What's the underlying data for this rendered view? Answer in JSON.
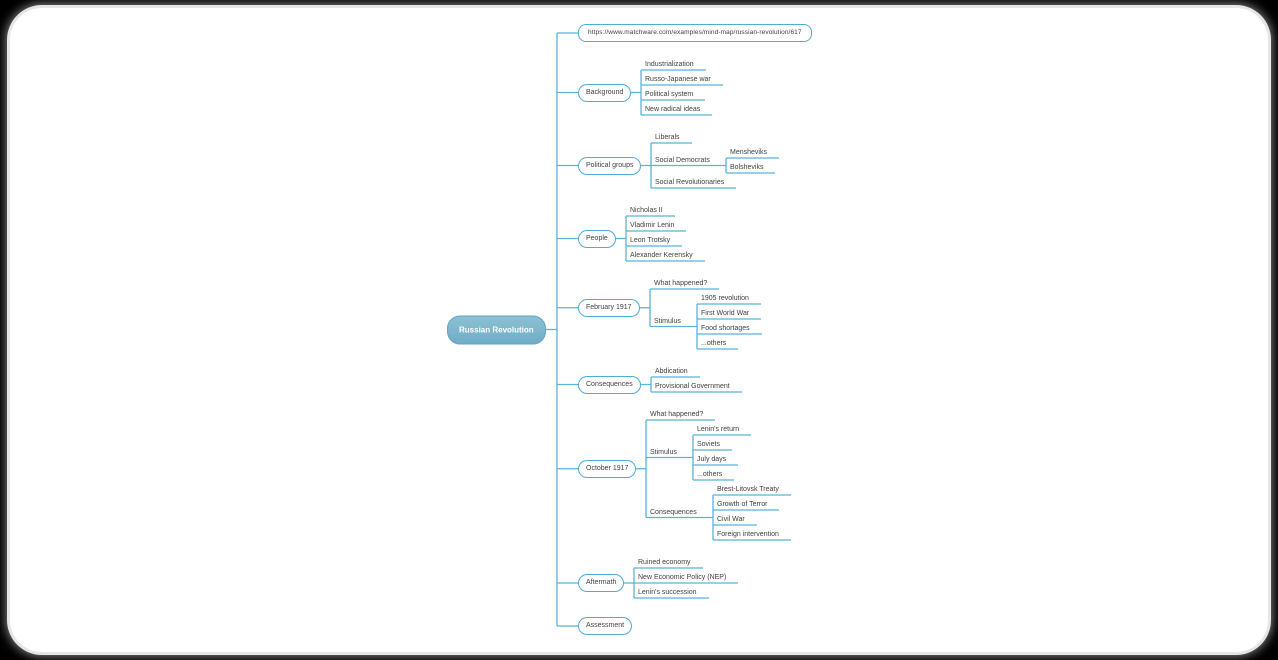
{
  "page": {
    "outer_background": "#000000",
    "canvas_background": "#ffffff"
  },
  "colors": {
    "connector": "#58b4d8",
    "node_border": "#4fadd2",
    "label_text": "#3f3f3f",
    "root_fill_top": "#8cc0d3",
    "root_fill_bottom": "#6fadc6",
    "root_border": "#62a5c0",
    "root_text": "#ffffff"
  },
  "mindmap": {
    "root": {
      "label": "Russian Revolution"
    },
    "topics": [
      {
        "label": "https://www.matchware.com/examples/mind-map/russian-revolution/617",
        "style": "url",
        "children": []
      },
      {
        "label": "Background",
        "children": [
          {
            "label": "Industrialization"
          },
          {
            "label": "Russo-Japanese war"
          },
          {
            "label": "Political system"
          },
          {
            "label": "New radical ideas"
          }
        ]
      },
      {
        "label": "Political groups",
        "children": [
          {
            "label": "Liberals"
          },
          {
            "label": "Social Democrats",
            "children": [
              {
                "label": "Mensheviks"
              },
              {
                "label": "Bolsheviks"
              }
            ]
          },
          {
            "label": "Social Revolutionaries"
          }
        ]
      },
      {
        "label": "People",
        "children": [
          {
            "label": "Nicholas II"
          },
          {
            "label": "Vladimir Lenin"
          },
          {
            "label": "Leon Trotsky"
          },
          {
            "label": "Alexander Kerensky"
          }
        ]
      },
      {
        "label": "February 1917",
        "children": [
          {
            "label": "What happened?"
          },
          {
            "label": "Stimulus",
            "children": [
              {
                "label": "1905 revolution"
              },
              {
                "label": "First World War"
              },
              {
                "label": "Food shortages"
              },
              {
                "label": "...others"
              }
            ]
          }
        ]
      },
      {
        "label": "Consequences",
        "children": [
          {
            "label": "Abdication"
          },
          {
            "label": "Provisional Government"
          }
        ]
      },
      {
        "label": "October 1917",
        "children": [
          {
            "label": "What happened?"
          },
          {
            "label": "Stimulus",
            "children": [
              {
                "label": "Lenin's return"
              },
              {
                "label": "Soviets"
              },
              {
                "label": "July days"
              },
              {
                "label": "...others"
              }
            ]
          },
          {
            "label": "Consequences",
            "children": [
              {
                "label": "Brest-Litovsk Treaty"
              },
              {
                "label": "Growth of Terror"
              },
              {
                "label": "Civil War"
              },
              {
                "label": "Foreign intervention"
              }
            ]
          }
        ]
      },
      {
        "label": "Aftermath",
        "children": [
          {
            "label": "Ruined economy"
          },
          {
            "label": "New Economic Policy (NEP)"
          },
          {
            "label": "Lenin's succession"
          }
        ]
      },
      {
        "label": "Assessment",
        "children": []
      }
    ]
  }
}
